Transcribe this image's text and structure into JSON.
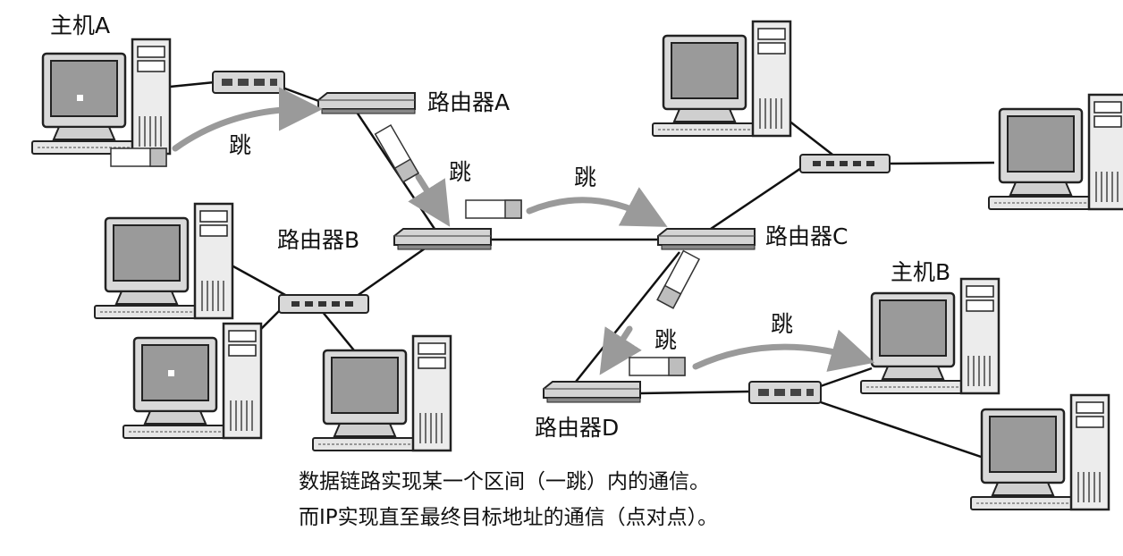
{
  "labels": {
    "host_a": "主机A",
    "host_b": "主机B",
    "router_a": "路由器A",
    "router_b": "路由器B",
    "router_c": "路由器C",
    "router_d": "路由器D",
    "hop": "跳"
  },
  "caption": {
    "line1": "数据链路实现某一个区间（一跳）内的通信。",
    "line2": "而IP实现直至最终目标地址的通信（点对点）。"
  }
}
